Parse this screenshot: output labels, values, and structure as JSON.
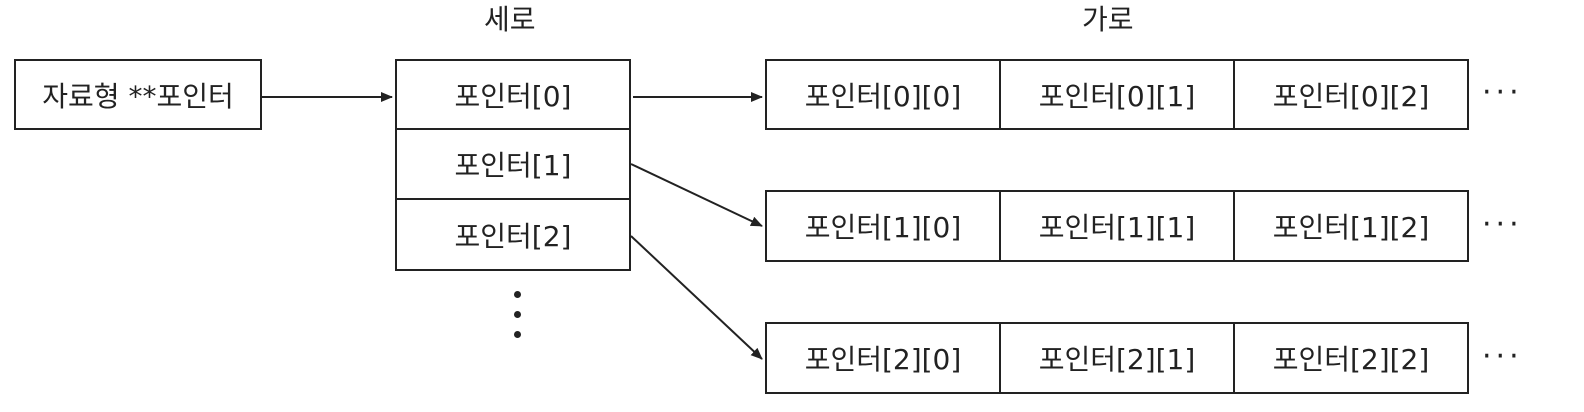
{
  "headers": {
    "vertical": "세로",
    "horizontal": "가로"
  },
  "source": {
    "label": "자료형 **포인터"
  },
  "column": {
    "items": [
      "포인터[0]",
      "포인터[1]",
      "포인터[2]"
    ],
    "continuation": "⋮"
  },
  "rows": [
    {
      "cells": [
        "포인터[0][0]",
        "포인터[0][1]",
        "포인터[0][2]"
      ],
      "continuation": "···"
    },
    {
      "cells": [
        "포인터[1][0]",
        "포인터[1][1]",
        "포인터[1][2]"
      ],
      "continuation": "···"
    },
    {
      "cells": [
        "포인터[2][0]",
        "포인터[2][1]",
        "포인터[2][2]"
      ],
      "continuation": "···"
    }
  ]
}
